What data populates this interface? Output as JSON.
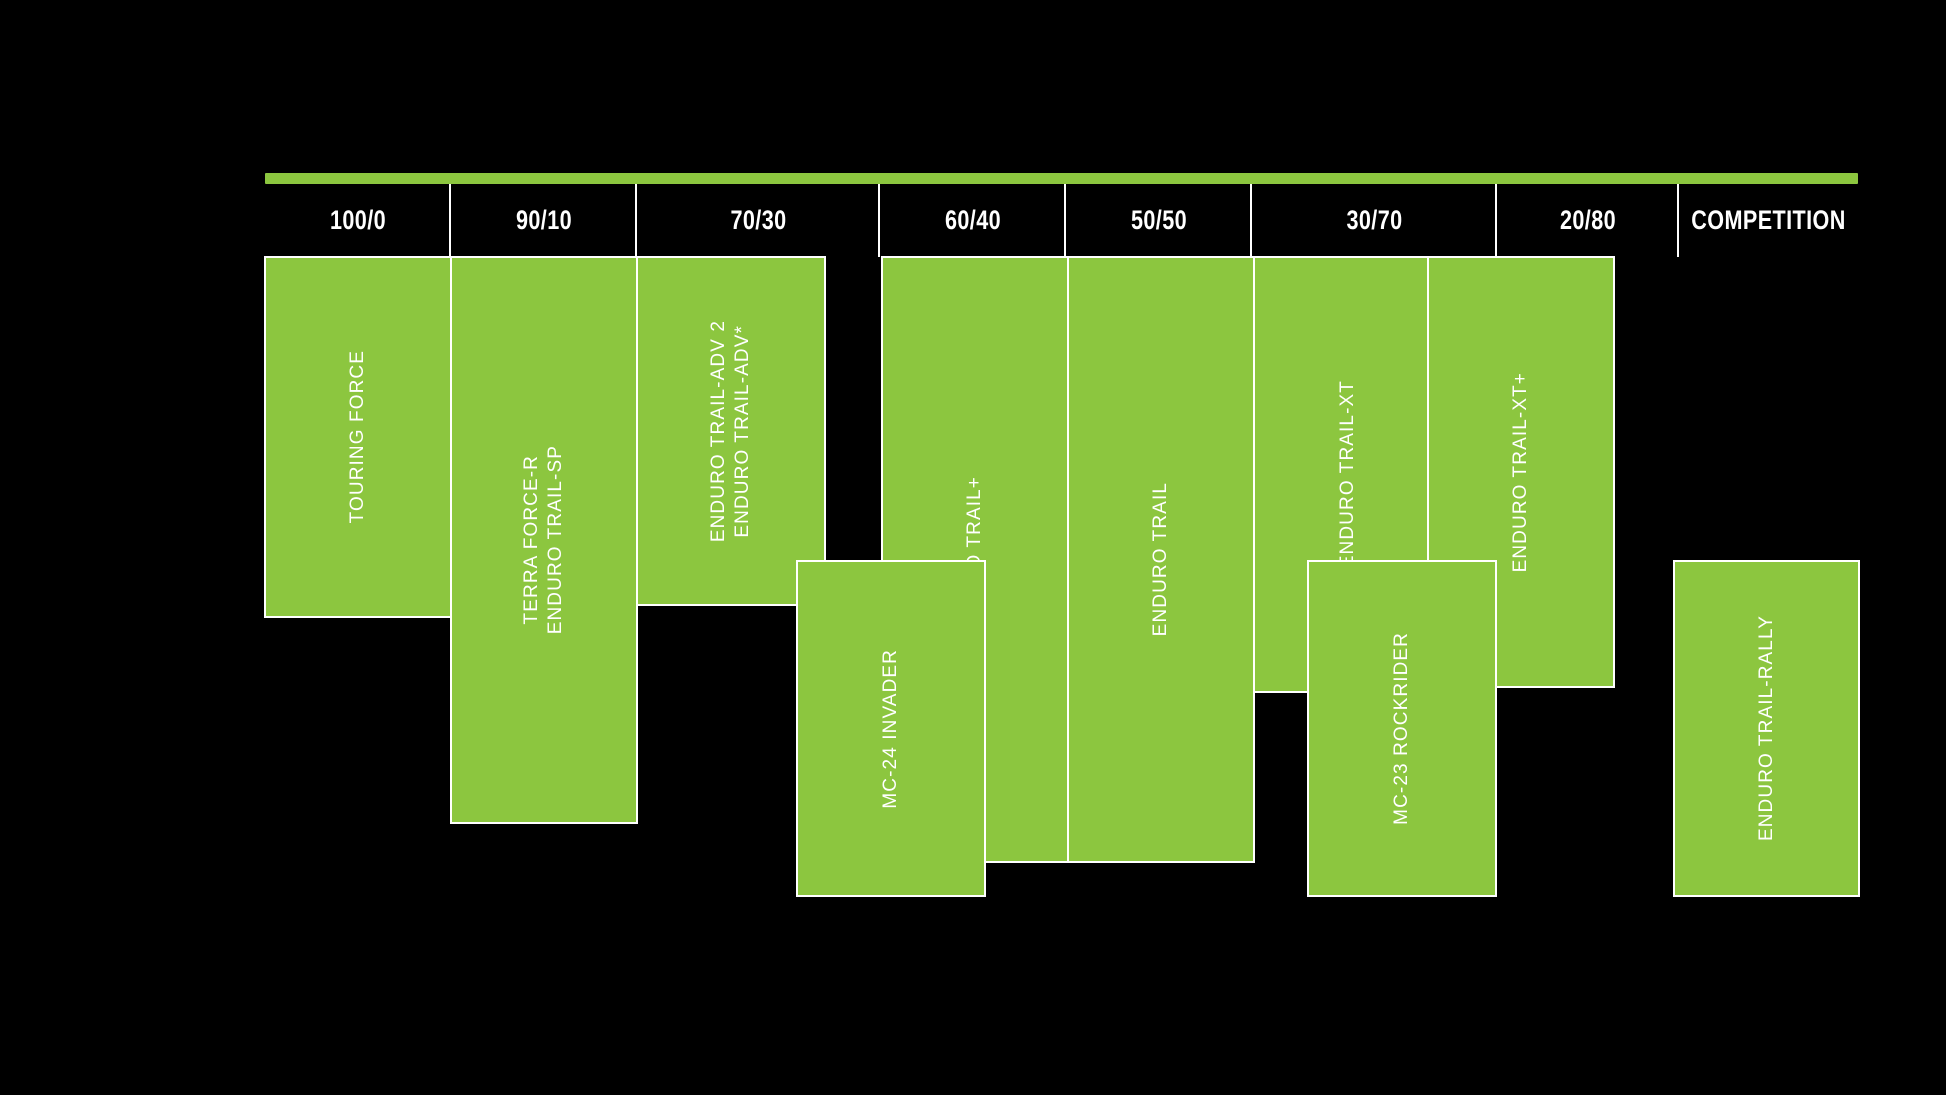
{
  "chart_data": {
    "type": "bar",
    "title": "",
    "subtitle": "",
    "xlabel": "",
    "ylabel": "",
    "orientation": "horizontal-range",
    "grid": false,
    "legend_position": "none",
    "background_color": "#000000",
    "bar_color": "#8CC63F",
    "outline_color": "#FFFFFF",
    "text_color": "#FFFFFF",
    "categories": [
      "100/0",
      "90/10",
      "70/30",
      "60/40",
      "50/50",
      "30/70",
      "20/80",
      "COMPETITION"
    ],
    "axis_note": "Columns represent on-road / off-road usage ratio, from 100/0 (fully on-road) to COMPETITION (fully off-road).",
    "rows": [
      {
        "row": "upper",
        "bars": [
          {
            "labels": [
              "TOURING FORCE"
            ],
            "start_category": "100/0",
            "end_category": "100/0",
            "span": 1
          },
          {
            "labels": [
              "TERRA FORCE-R",
              "ENDURO TRAIL-SP"
            ],
            "start_category": "90/10",
            "end_category": "90/10",
            "span": 1
          },
          {
            "labels": [
              "ENDURO TRAIL-ADV 2",
              "ENDURO TRAIL-ADV*"
            ],
            "start_category": "70/30",
            "end_category": "70/30",
            "span": 1
          },
          {
            "labels": [
              "ENDURO TRAIL+"
            ],
            "start_category": "60/40",
            "end_category": "60/40",
            "span": 1
          },
          {
            "labels": [
              "ENDURO TRAIL"
            ],
            "start_category": "50/50",
            "end_category": "50/50",
            "span": 1
          },
          {
            "labels": [
              "ENDURO TRAIL-XT"
            ],
            "start_category": "30/70",
            "end_category": "30/70",
            "span": 1
          },
          {
            "labels": [
              "ENDURO TRAIL-XT+"
            ],
            "start_category": "20/80",
            "end_category": "20/80",
            "span": 1
          }
        ]
      },
      {
        "row": "lower",
        "bars": [
          {
            "labels": [
              "MC-24 INVADER"
            ],
            "start_category": "70/30",
            "end_category": "70/30",
            "span": 1
          },
          {
            "labels": [
              "MC-23 ROCKRIDER"
            ],
            "start_category": "30/70",
            "end_category": "30/70",
            "span": 1
          },
          {
            "labels": [
              "ENDURO TRAIL-RALLY"
            ],
            "start_category": "COMPETITION",
            "end_category": "COMPETITION",
            "span": 1
          }
        ]
      }
    ]
  },
  "header": {
    "columns": [
      {
        "label": "100/0"
      },
      {
        "label": "90/10"
      },
      {
        "label": "70/30"
      },
      {
        "label": "60/40"
      },
      {
        "label": "50/50"
      },
      {
        "label": "30/70"
      },
      {
        "label": "20/80"
      },
      {
        "label": "COMPETITION"
      }
    ]
  },
  "bars": {
    "touring_force": "TOURING FORCE",
    "terra_force_r": "TERRA FORCE-R",
    "enduro_trail_sp": "ENDURO TRAIL-SP",
    "enduro_trail_adv2": "ENDURO TRAIL-ADV 2",
    "enduro_trail_adv": "ENDURO TRAIL-ADV*",
    "mc24_invader": "MC-24 INVADER",
    "enduro_trail_plus": "ENDURO TRAIL+",
    "enduro_trail": "ENDURO TRAIL",
    "enduro_trail_xt": "ENDURO TRAIL-XT",
    "mc23_rockrider": "MC-23 ROCKRIDER",
    "enduro_trail_xt_plus": "ENDURO TRAIL-XT+",
    "enduro_trail_rally": "ENDURO TRAIL-RALLY"
  },
  "colors": {
    "accent": "#8CC63F",
    "background": "#000000",
    "outline": "#FFFFFF",
    "text": "#FFFFFF"
  }
}
